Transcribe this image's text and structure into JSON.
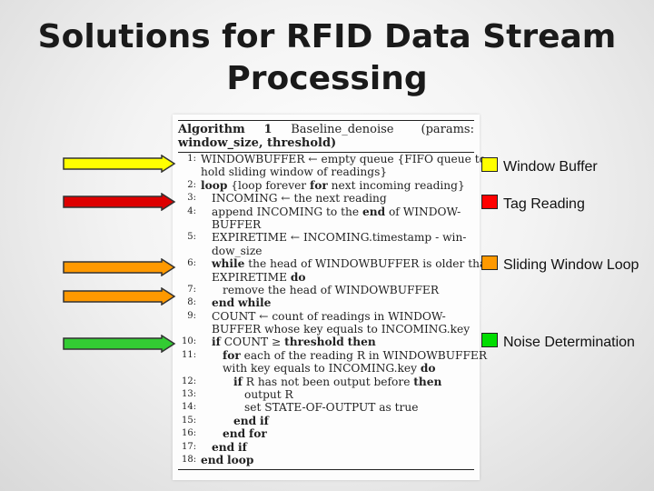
{
  "slide": {
    "title_line1": "Solutions for RFID Data Stream",
    "title_line2": "Processing"
  },
  "algorithm": {
    "header_label": "Algorithm",
    "header_number": "1",
    "header_name": "Baseline_denoise",
    "header_params": "(params:",
    "header_params_line2": "window_size, threshold)",
    "lines": [
      {
        "num": "1:",
        "indent": 0,
        "text": "WINDOWBUFFER ← empty queue {FIFO queue to"
      },
      {
        "num": "",
        "indent": 0,
        "text": "hold sliding window of readings}"
      },
      {
        "num": "2:",
        "indent": 0,
        "text": "loop {loop forever for next incoming reading}"
      },
      {
        "num": "3:",
        "indent": 1,
        "text": "INCOMING ← the next reading"
      },
      {
        "num": "4:",
        "indent": 1,
        "text": "append INCOMING to the end of WINDOW-"
      },
      {
        "num": "",
        "indent": 1,
        "text": "BUFFER"
      },
      {
        "num": "5:",
        "indent": 1,
        "text": "EXPIRETIME ← INCOMING.timestamp - win-"
      },
      {
        "num": "",
        "indent": 1,
        "text": "dow_size"
      },
      {
        "num": "6:",
        "indent": 1,
        "text": "while the head of WINDOWBUFFER is older than"
      },
      {
        "num": "",
        "indent": 1,
        "text": "EXPIRETIME do"
      },
      {
        "num": "7:",
        "indent": 2,
        "text": "remove the head of WINDOWBUFFER"
      },
      {
        "num": "8:",
        "indent": 1,
        "text": "end while"
      },
      {
        "num": "9:",
        "indent": 1,
        "text": "COUNT ← count of readings in WINDOW-"
      },
      {
        "num": "",
        "indent": 1,
        "text": "BUFFER whose key equals to INCOMING.key"
      },
      {
        "num": "10:",
        "indent": 1,
        "text": "if COUNT ≥ threshold then"
      },
      {
        "num": "11:",
        "indent": 2,
        "text": "for each of the reading R in WINDOWBUFFER"
      },
      {
        "num": "",
        "indent": 2,
        "text": "with key equals to INCOMING.key do"
      },
      {
        "num": "12:",
        "indent": 3,
        "text": "if R has not been output before then"
      },
      {
        "num": "13:",
        "indent": 4,
        "text": "output R"
      },
      {
        "num": "14:",
        "indent": 4,
        "text": "set STATE-OF-OUTPUT as true"
      },
      {
        "num": "15:",
        "indent": 3,
        "text": "end if"
      },
      {
        "num": "16:",
        "indent": 2,
        "text": "end for"
      },
      {
        "num": "17:",
        "indent": 1,
        "text": "end if"
      },
      {
        "num": "18:",
        "indent": 0,
        "text": "end loop"
      }
    ]
  },
  "legend": [
    {
      "label": "Window Buffer",
      "color": "#ffff00"
    },
    {
      "label": "Tag Reading",
      "color": "#ff0000"
    },
    {
      "label": "Sliding Window Loop",
      "color": "#ff9900"
    },
    {
      "label": "Noise Determination",
      "color": "#00dd00"
    }
  ],
  "arrows": [
    {
      "color": "#ffff00",
      "target": "line 1"
    },
    {
      "color": "#dd0000",
      "target": "line 3"
    },
    {
      "color": "#ff9900",
      "target": "line 6"
    },
    {
      "color": "#ff9900",
      "target": "line 7"
    },
    {
      "color": "#33cc33",
      "target": "line 10"
    }
  ]
}
